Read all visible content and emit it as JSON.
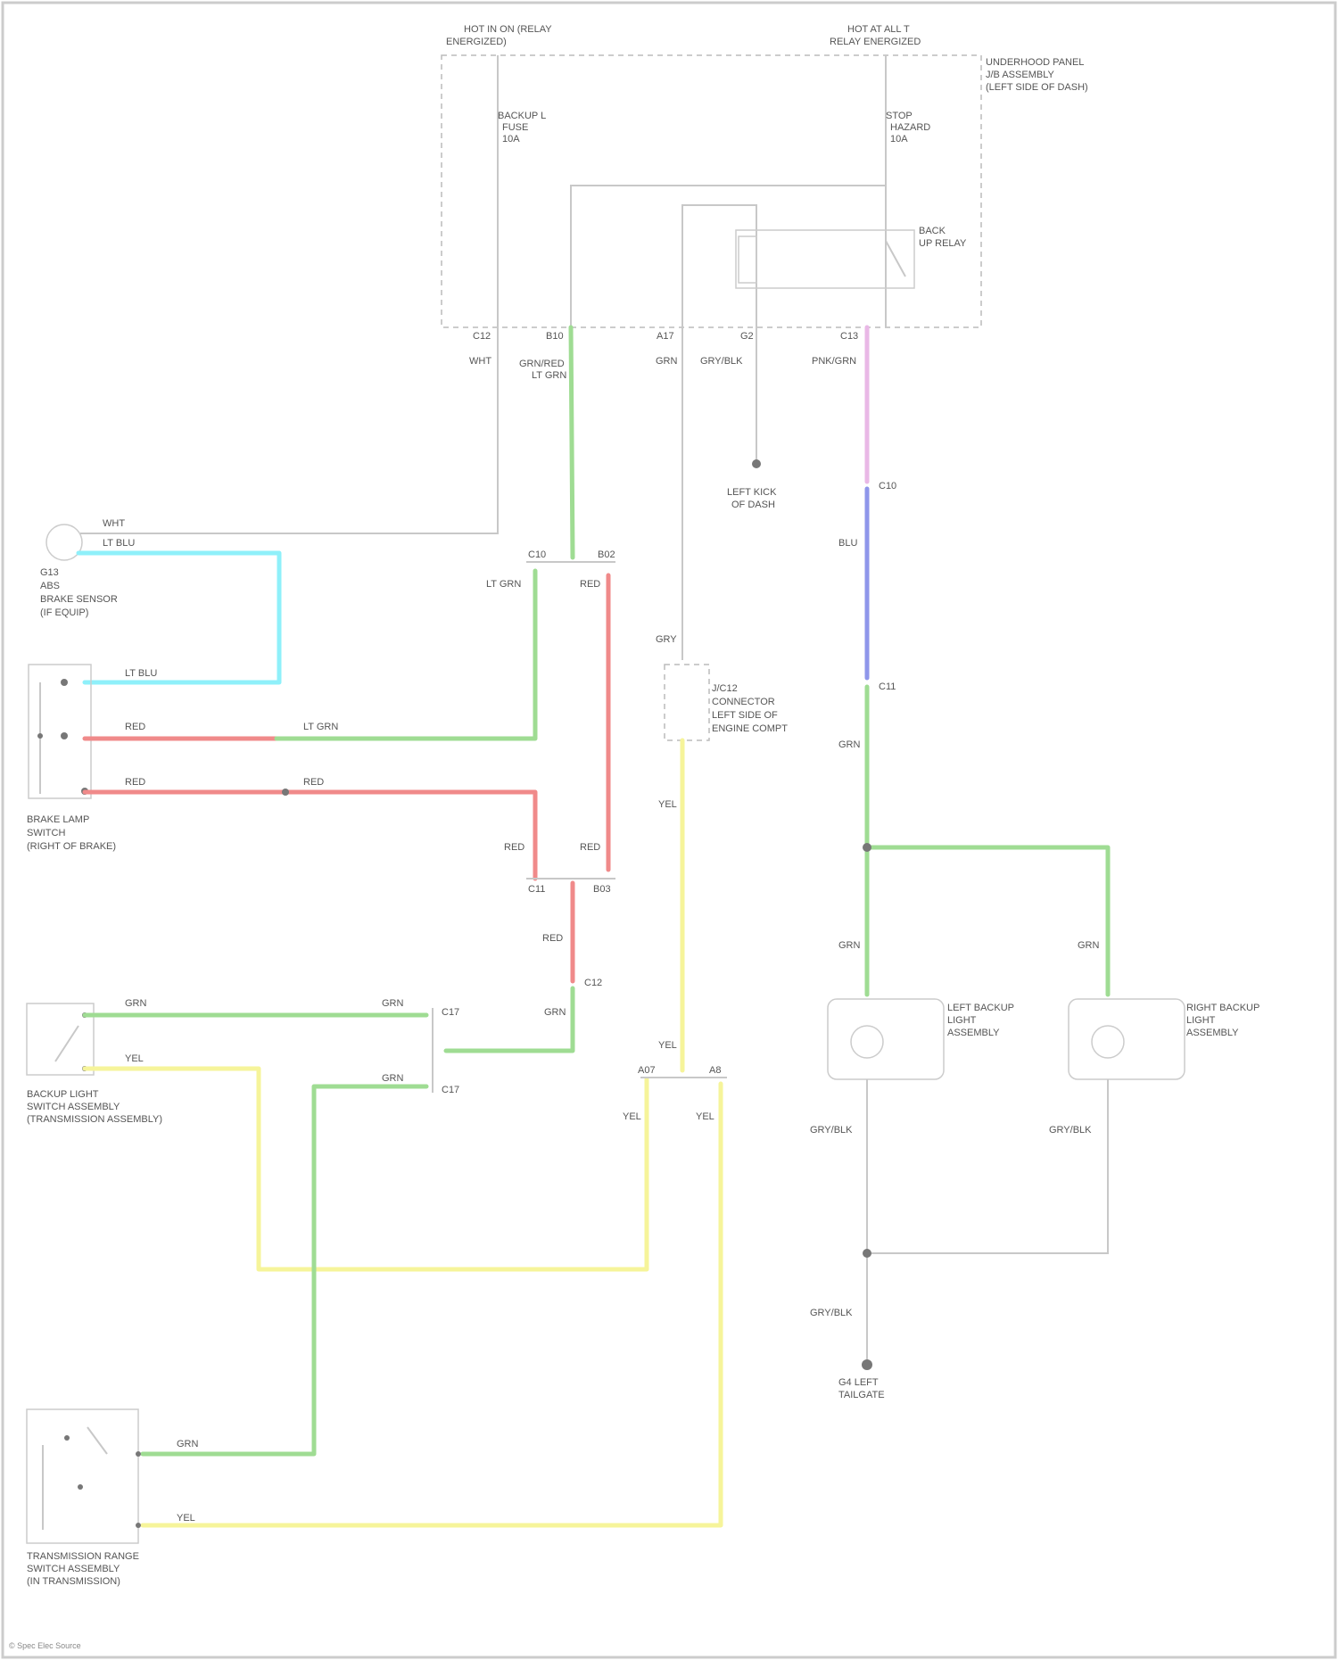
{
  "labels": {
    "top_left_fuse_a": "HOT IN ON (RELAY",
    "top_left_fuse_b": "ENERGIZED)",
    "top_right_fuse_a": "HOT AT ALL T",
    "top_right_fuse_b": "RELAY ENERGIZED",
    "panel_a": "UNDERHOOD PANEL",
    "panel_b": "J/B ASSEMBLY",
    "panel_c": "(LEFT SIDE OF DASH)",
    "fuse_left_a": "BACKUP L",
    "fuse_left_b": "FUSE",
    "fuse_left_c": "10A",
    "fuse_right_a": "STOP",
    "fuse_right_b": "HAZARD",
    "fuse_right_c": "10A",
    "relay_a": "BACK",
    "relay_b": "UP RELAY",
    "c_a1": "C12",
    "c_a2": "B10",
    "c_a3": "A17",
    "c_a4": "G2",
    "c_a5": "C13",
    "w_wht": "WHT",
    "w_grn_ltgrn_a": "GRN/RED",
    "w_grn_ltgrn_b": "LT GRN",
    "w_grn": "GRN",
    "w_gry": "GRY/BLK",
    "w_pnk": "PNK/GRN",
    "ground_mid_a": "LEFT KICK",
    "ground_mid_b": "OF DASH",
    "sensor_wht": "WHT",
    "sensor_ltblu": "LT BLU",
    "sensor_a": "G13",
    "sensor_b": "ABS",
    "sensor_c": "BRAKE SENSOR",
    "sensor_d": "(IF EQUIP)",
    "j_c1": "C10",
    "j_c2": "B02",
    "j_ltgrn": "LT GRN",
    "j_red": "RED",
    "sw_ltblu": "LT BLU",
    "sw_red1": "RED",
    "sw_ltgrn": "LT GRN",
    "sw_red2": "RED",
    "sw_red3": "RED",
    "sw_a": "BRAKE LAMP",
    "sw_b": "SWITCH",
    "sw_c": "(RIGHT OF BRAKE)",
    "j2_red1": "RED",
    "j2_red2": "RED",
    "j2_c1": "C11",
    "j2_c2": "B03",
    "w_blu": "BLU",
    "c_c10": "C10",
    "c_c11": "C11",
    "w_grn2": "GRN",
    "w_yel": "YEL",
    "w_gry2": "GRY",
    "mid_conn_a": "J/C12",
    "mid_conn_b": "CONNECTOR",
    "mid_conn_c": "LEFT SIDE OF",
    "mid_conn_d": "ENGINE COMPT",
    "w_red4": "RED",
    "c_c12": "C12",
    "w_grn3": "GRN",
    "bus_grn1": "GRN",
    "bus_yel1": "YEL",
    "bus_grn2": "GRN",
    "bus_c1": "C17",
    "bus_c2": "C17",
    "bsw_a": "BACKUP LIGHT",
    "bsw_b": "SWITCH ASSEMBLY",
    "bsw_c": "(TRANSMISSION ASSEMBLY)",
    "w_yel2": "YEL",
    "c_a07": "A07",
    "c_a8": "A8",
    "w_yel3": "YEL",
    "w_yel4": "YEL",
    "w_grn4": "GRN",
    "w_grn5": "GRN",
    "lamp_l_a": "LEFT BACKUP",
    "lamp_l_b": "LIGHT",
    "lamp_l_c": "ASSEMBLY",
    "lamp_r_a": "RIGHT BACKUP",
    "lamp_r_b": "LIGHT",
    "lamp_r_c": "ASSEMBLY",
    "w_gry3": "GRY/BLK",
    "w_gry4": "GRY/BLK",
    "w_gry5": "GRY/BLK",
    "ground_a": "G4 LEFT",
    "ground_b": "TAILGATE",
    "w_grn6": "GRN",
    "w_yel5": "YEL",
    "tsw_a": "TRANSMISSION RANGE",
    "tsw_b": "SWITCH ASSEMBLY",
    "tsw_c": "(IN TRANSMISSION)",
    "footer": "© Spec Elec Source"
  },
  "colors": {
    "green": "#9fdc93",
    "red": "#f08a8a",
    "yellow": "#f6f49a",
    "cyan": "#8ff0fa",
    "blue": "#8f96ea",
    "pink": "#e9b8e6",
    "gray": "#cfcfcf"
  }
}
